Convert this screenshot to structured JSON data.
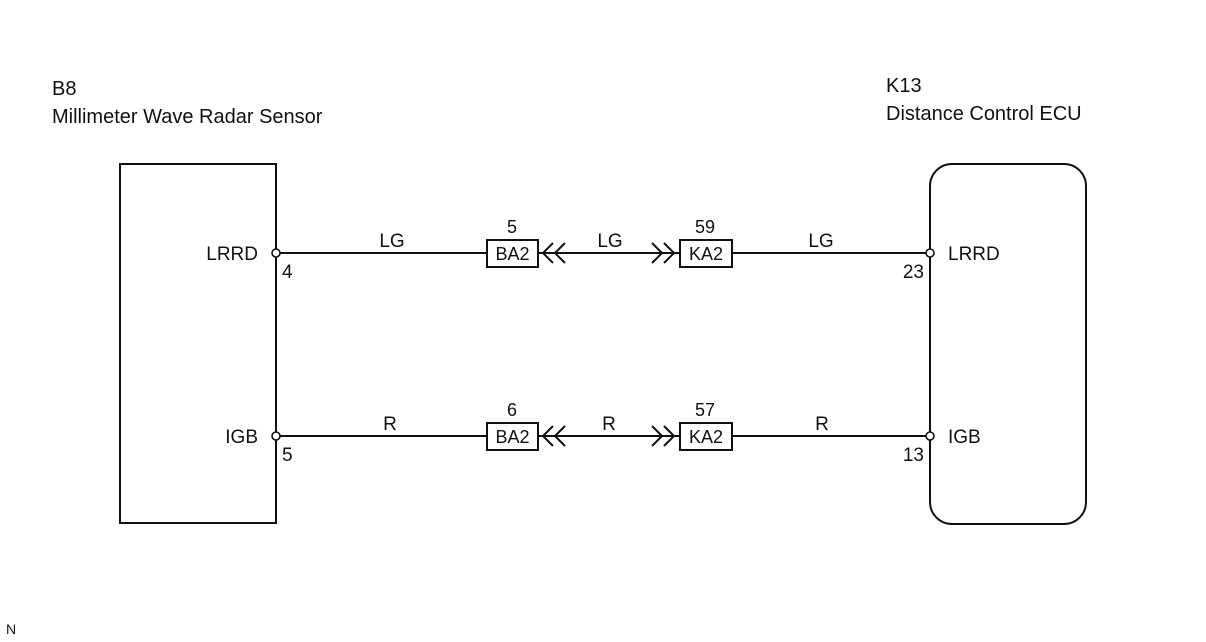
{
  "left_component": {
    "code": "B8",
    "name": "Millimeter Wave Radar Sensor"
  },
  "right_component": {
    "code": "K13",
    "name": "Distance Control ECU"
  },
  "wires": [
    {
      "left_pin_name": "LRRD",
      "left_pin_number": "4",
      "right_pin_name": "LRRD",
      "right_pin_number": "23",
      "color_left": "LG",
      "color_middle": "LG",
      "color_right": "LG",
      "connector_a": {
        "label": "BA2",
        "pin": "5"
      },
      "connector_b": {
        "label": "KA2",
        "pin": "59"
      }
    },
    {
      "left_pin_name": "IGB",
      "left_pin_number": "5",
      "right_pin_name": "IGB",
      "right_pin_number": "13",
      "color_left": "R",
      "color_middle": "R",
      "color_right": "R",
      "connector_a": {
        "label": "BA2",
        "pin": "6"
      },
      "connector_b": {
        "label": "KA2",
        "pin": "57"
      }
    }
  ],
  "corner_mark": "N",
  "colors": {
    "line": "#111111",
    "background": "#ffffff"
  }
}
